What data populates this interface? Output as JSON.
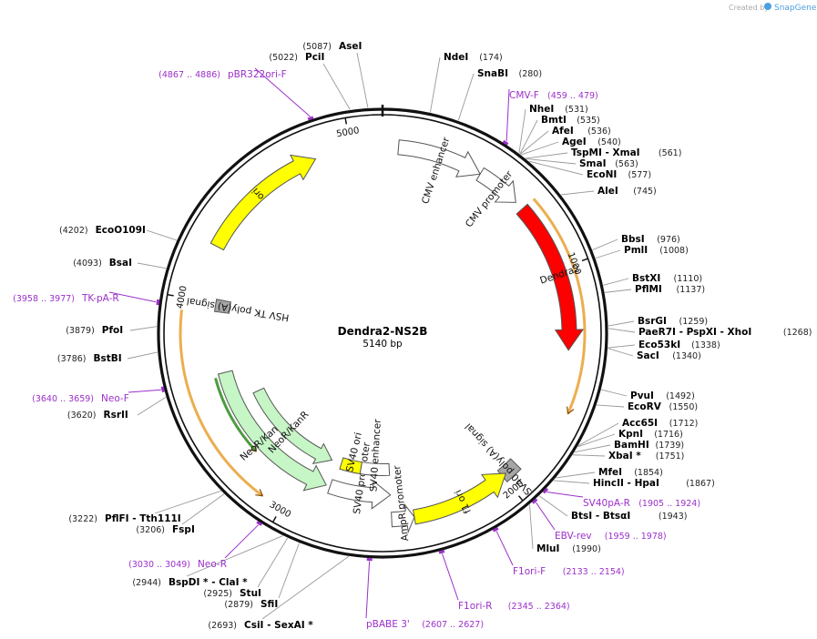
{
  "watermark": {
    "text": "Created by",
    "brand": "SnapGene"
  },
  "center": {
    "name": "Dendra2-NS2B",
    "size": "5140 bp"
  },
  "total": 5140,
  "ticks": [
    {
      "bp": 1000,
      "label": "1000"
    },
    {
      "bp": 2000,
      "label": "2000"
    },
    {
      "bp": 3000,
      "label": "3000"
    },
    {
      "bp": 4000,
      "label": "4000"
    },
    {
      "bp": 5000,
      "label": "5000"
    }
  ],
  "features": [
    {
      "name": "CMV enhancer",
      "start": 70,
      "end": 450,
      "ring": "r1",
      "color": "#ffffff",
      "dir": "cw"
    },
    {
      "name": "CMV promoter",
      "start": 450,
      "end": 650,
      "ring": "r1",
      "color": "#ffffff",
      "dir": "cw"
    },
    {
      "name": "Dendra2",
      "start": 690,
      "end": 1360,
      "ring": "r1",
      "color": "#ff0000",
      "dir": "cw"
    },
    {
      "name": "SV40 poly(A) signal",
      "start": 1920,
      "end": 2000,
      "ring": "r1",
      "color": "#a6a6a6",
      "dir": "none"
    },
    {
      "name": "f1 ori",
      "start": 1980,
      "end": 2430,
      "ring": "r1",
      "color": "#ffff00",
      "dir": "ccw"
    },
    {
      "name": "AmpR promoter",
      "start": 2430,
      "end": 2530,
      "ring": "r1",
      "color": "#ffffff",
      "dir": "ccw"
    },
    {
      "name": "SV40 promoter",
      "start": 2530,
      "end": 2840,
      "ring": "r2",
      "color": "#ffffff",
      "dir": "ccw"
    },
    {
      "name": "SV40 enhancer",
      "start": 2530,
      "end": 2700,
      "ring": "r3",
      "color": "#ffffff",
      "dir": "none"
    },
    {
      "name": "SV40 ori",
      "start": 2700,
      "end": 2820,
      "ring": "r3",
      "color": "#ffff00",
      "dir": "none"
    },
    {
      "name": "NeoR/KanR",
      "start": 2860,
      "end": 3655,
      "ring": "r2",
      "color": "#c6f5c6",
      "dir": "ccw"
    },
    {
      "name": "NeoR/KanR",
      "start": 2880,
      "end": 3500,
      "ring": "r3",
      "color": "#c6f5c6",
      "dir": "ccw"
    },
    {
      "name": "HSV TK poly(A) signal",
      "start": 3960,
      "end": 4020,
      "ring": "r2",
      "color": "#a6a6a6",
      "dir": "none"
    },
    {
      "name": "ori",
      "start": 4250,
      "end": 4840,
      "ring": "r1",
      "color": "#ffff00",
      "dir": "cw"
    }
  ],
  "orfs": [
    {
      "start": 690,
      "end": 1620,
      "dir": "cw",
      "color": "#e8a030"
    },
    {
      "start": 3090,
      "end": 3950,
      "dir": "ccw",
      "color": "#e8a030"
    },
    {
      "start": 3240,
      "end": 3640,
      "dir": "ccw",
      "color": "#2e8b1e"
    }
  ],
  "sites_right": [
    {
      "name": "NdeI",
      "pos": "(174)",
      "bp": 174
    },
    {
      "name": "SnaBI",
      "pos": "(280)",
      "bp": 280
    },
    {
      "name": "NheI",
      "pos": "(531)",
      "bp": 531
    },
    {
      "name": "BmtI",
      "pos": "(535)",
      "bp": 535
    },
    {
      "name": "AfeI",
      "pos": "(536)",
      "bp": 536
    },
    {
      "name": "AgeI",
      "pos": "(540)",
      "bp": 540
    },
    {
      "name": "TspMI  - XmaI",
      "pos": "(561)",
      "bp": 561
    },
    {
      "name": "SmaI",
      "pos": "(563)",
      "bp": 563
    },
    {
      "name": "EcoNI",
      "pos": "(577)",
      "bp": 577
    },
    {
      "name": "AleI",
      "pos": "(745)",
      "bp": 745
    },
    {
      "name": "BbsI",
      "pos": "(976)",
      "bp": 976
    },
    {
      "name": "PmlI",
      "pos": "(1008)",
      "bp": 1008
    },
    {
      "name": "BstXI",
      "pos": "(1110)",
      "bp": 1110
    },
    {
      "name": "PflMI",
      "pos": "(1137)",
      "bp": 1137
    },
    {
      "name": "BsrGI",
      "pos": "(1259)",
      "bp": 1259
    },
    {
      "name": "PaeR7I  - PspXI  - XhoI",
      "pos": "(1268)",
      "bp": 1268
    },
    {
      "name": "Eco53kI",
      "pos": "(1338)",
      "bp": 1338
    },
    {
      "name": "SacI",
      "pos": "(1340)",
      "bp": 1340
    },
    {
      "name": "PvuI",
      "pos": "(1492)",
      "bp": 1492
    },
    {
      "name": "EcoRV",
      "pos": "(1550)",
      "bp": 1550
    },
    {
      "name": "Acc65I",
      "pos": "(1712)",
      "bp": 1712
    },
    {
      "name": "KpnI",
      "pos": "(1716)",
      "bp": 1716
    },
    {
      "name": "BamHI",
      "pos": "(1739)",
      "bp": 1739
    },
    {
      "name": "XbaI *",
      "pos": "(1751)",
      "bp": 1751
    },
    {
      "name": "MfeI",
      "pos": "(1854)",
      "bp": 1854
    },
    {
      "name": "HincII  - HpaI",
      "pos": "(1867)",
      "bp": 1867
    },
    {
      "name": "BtsI  - BtsαI",
      "pos": "(1943)",
      "bp": 1943
    },
    {
      "name": "MluI",
      "pos": "(1990)",
      "bp": 1990
    }
  ],
  "sites_left": [
    {
      "name": "AseI",
      "pos": "(5087)",
      "bp": 5087
    },
    {
      "name": "PciI",
      "pos": "(5022)",
      "bp": 5022
    },
    {
      "name": "EcoO109I",
      "pos": "(4202)",
      "bp": 4202
    },
    {
      "name": "BsaI",
      "pos": "(4093)",
      "bp": 4093
    },
    {
      "name": "PfoI",
      "pos": "(3879)",
      "bp": 3879
    },
    {
      "name": "BstBI",
      "pos": "(3786)",
      "bp": 3786
    },
    {
      "name": "RsrII",
      "pos": "(3620)",
      "bp": 3620
    },
    {
      "name": "PflFI  - Tth111I",
      "pos": "(3222)",
      "bp": 3222
    },
    {
      "name": "FspI",
      "pos": "(3206)",
      "bp": 3206
    },
    {
      "name": "BspDI *  - ClaI *",
      "pos": "(2944)",
      "bp": 2944
    },
    {
      "name": "StuI",
      "pos": "(2925)",
      "bp": 2925
    },
    {
      "name": "SfiI",
      "pos": "(2879)",
      "bp": 2879
    },
    {
      "name": "CsiI  - SexAI *",
      "pos": "(2693)",
      "bp": 2693
    }
  ],
  "primers": [
    {
      "name": "pBR322ori-F",
      "pos": "(4867 .. 4886)",
      "bp": 4876
    },
    {
      "name": "CMV-F",
      "pos": "(459 .. 479)",
      "bp": 469
    },
    {
      "name": "TK-pA-R",
      "pos": "(3958 .. 3977)",
      "bp": 3967
    },
    {
      "name": "Neo-F",
      "pos": "(3640 .. 3659)",
      "bp": 3650
    },
    {
      "name": "SV40pA-R",
      "pos": "(1905 .. 1924)",
      "bp": 1914
    },
    {
      "name": "EBV-rev",
      "pos": "(1959 .. 1978)",
      "bp": 1968
    },
    {
      "name": "F1ori-F",
      "pos": "(2133 .. 2154)",
      "bp": 2143
    },
    {
      "name": "F1ori-R",
      "pos": "(2345 .. 2364)",
      "bp": 2354
    },
    {
      "name": "pBABE 3'",
      "pos": "(2607 .. 2627)",
      "bp": 2617
    },
    {
      "name": "Neo-R",
      "pos": "(3030 .. 3049)",
      "bp": 3040
    }
  ]
}
